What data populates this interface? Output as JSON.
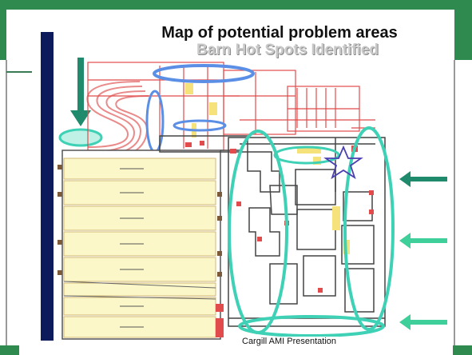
{
  "slide": {
    "title": "Map of potential problem areas",
    "subtitle": "Barn Hot Spots Identified",
    "footer": "Cargill AMI Presentation"
  },
  "colors": {
    "theme_green": "#2f8a4f",
    "highlight_cyan": "#3fd1b6",
    "highlight_blue": "#5b8fe6",
    "arrow_green": "#1f8a6c",
    "plan_line": "#e24b4b",
    "navy_bar": "#0d1a5c",
    "pen_fill": "#fbf7c8"
  }
}
